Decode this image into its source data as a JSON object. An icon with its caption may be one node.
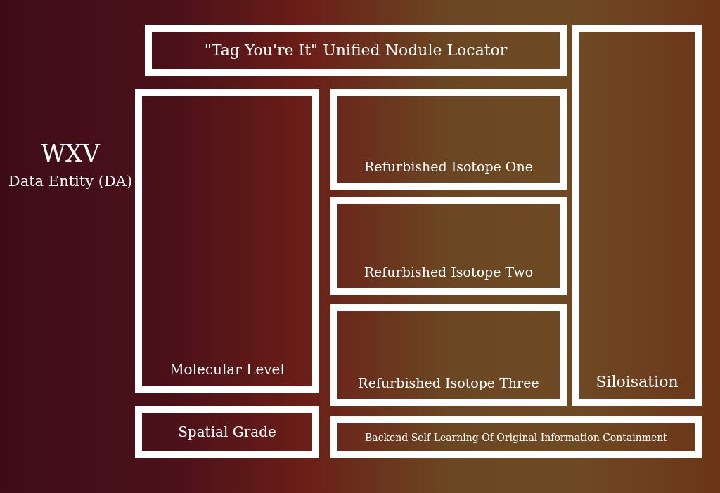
{
  "diagram": {
    "nodes": [
      {
        "text": [
          "\"Tag You're It\" Unified Nodule Locator"
        ]
      },
      {
        "text": [
          "Siloisation"
        ]
      },
      {
        "text": [
          "Molecular Level"
        ]
      },
      {
        "text": [
          "Refurbished Isotope One"
        ]
      },
      {
        "text": [
          "Refurbished Isotope Two"
        ]
      },
      {
        "text": [
          "Refurbished Isotope Three"
        ]
      },
      {
        "text": [
          "Spatial Grade"
        ]
      },
      {
        "text": [
          "Backend Self Learning Of Original Information Containment"
        ]
      }
    ],
    "edges": [],
    "labels": [
      "WXV",
      "Data Entity (DA)"
    ]
  }
}
